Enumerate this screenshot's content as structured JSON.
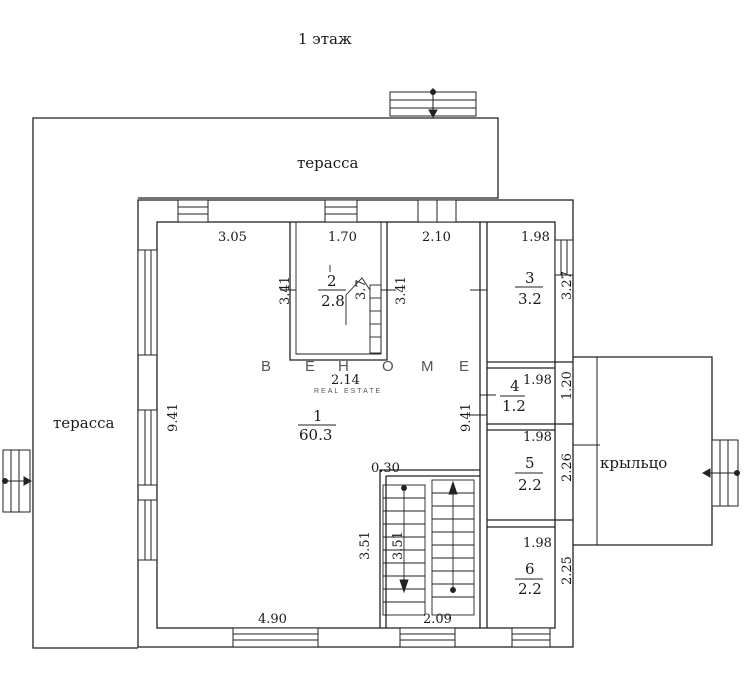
{
  "title": "1 этаж",
  "areas": {
    "terrace_top": "терасса",
    "terrace_left": "терасса",
    "porch": "крыльцо"
  },
  "rooms": [
    {
      "id": "1",
      "area": "60.3"
    },
    {
      "id": "2",
      "area": "2.8"
    },
    {
      "id": "3",
      "area": "3.2"
    },
    {
      "id": "4",
      "area": "1.2"
    },
    {
      "id": "5",
      "area": "2.2"
    },
    {
      "id": "6",
      "area": "2.2"
    }
  ],
  "dimensions": {
    "top_left": "3.05",
    "top_room2": "1.70",
    "top_mid": "2.10",
    "top_room3": "1.98",
    "room2_left": "3.41",
    "room2_right": "3.41",
    "room2_stair": "3.7",
    "room2_bottom": "2.14",
    "room3_right": "3.27",
    "room4_top": "1.98",
    "room4_right": "1.20",
    "main_left": "9.41",
    "main_right": "9.41",
    "room5_top": "1.98",
    "room5_right": "2.26",
    "room6_top": "1.98",
    "room6_right": "2.25",
    "stair_top": "0.30",
    "stair_left": "3.51",
    "stair_inner": "3.51",
    "bottom_left": "4.90",
    "bottom_right": "2.09"
  },
  "watermark": {
    "letters": [
      "B",
      "E",
      "H",
      "O",
      "M",
      "E"
    ],
    "sub": "REAL ESTATE"
  }
}
